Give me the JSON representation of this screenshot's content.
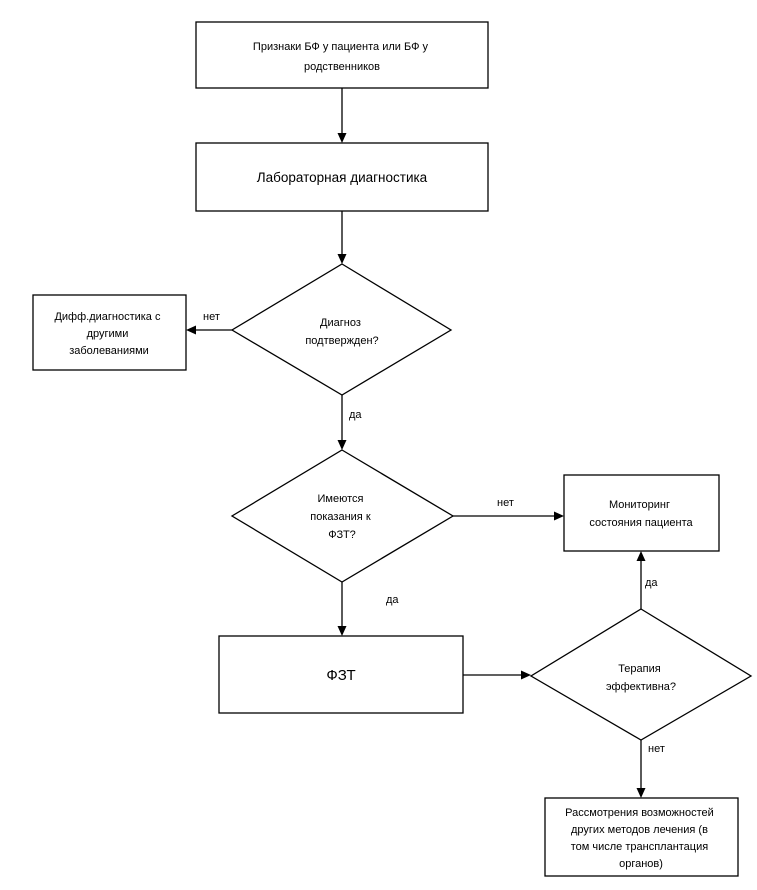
{
  "flowchart": {
    "nodes": {
      "symptoms": {
        "lines": [
          "Признаки БФ у пациента или БФ у",
          "родственников"
        ]
      },
      "lab": {
        "lines": [
          "Лабораторная диагностика"
        ]
      },
      "diagnosis_confirmed": {
        "lines": [
          "Диагноз",
          "подтвержден?"
        ]
      },
      "diff_diagnosis": {
        "lines": [
          "Дифф.диагностика с",
          "другими",
          "заболеваниями"
        ]
      },
      "fzt_indications": {
        "lines": [
          "Имеются",
          "показания к",
          "ФЗТ?"
        ]
      },
      "monitoring": {
        "lines": [
          "Мониторинг",
          "состояния пациента"
        ]
      },
      "fzt": {
        "lines": [
          "ФЗТ"
        ]
      },
      "therapy_effective": {
        "lines": [
          "Терапия",
          "эффективна?"
        ]
      },
      "other_methods": {
        "lines": [
          "Рассмотрения возможностей",
          "других методов лечения (в",
          "том числе трансплантация",
          "органов)"
        ]
      }
    },
    "edge_labels": {
      "diagnosis_no": "нет",
      "diagnosis_yes": "да",
      "indications_no": "нет",
      "indications_yes": "да",
      "therapy_yes": "да",
      "therapy_no": "нет"
    }
  }
}
